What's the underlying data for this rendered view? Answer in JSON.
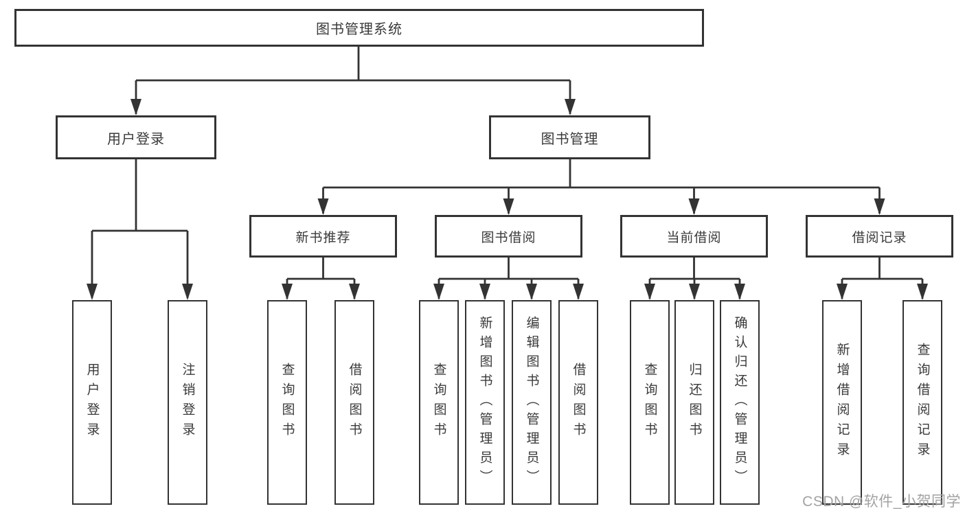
{
  "tree": {
    "root": {
      "label": "图书管理系统"
    },
    "children": [
      {
        "label": "用户登录",
        "children": [
          {
            "label": "用户登录"
          },
          {
            "label": "注销登录"
          }
        ]
      },
      {
        "label": "图书管理",
        "children": [
          {
            "label": "新书推荐",
            "children": [
              {
                "label": "查询图书"
              },
              {
                "label": "借阅图书"
              }
            ]
          },
          {
            "label": "图书借阅",
            "children": [
              {
                "label": "查询图书"
              },
              {
                "label": "新增图书（管理员）"
              },
              {
                "label": "编辑图书（管理员）"
              },
              {
                "label": "借阅图书"
              }
            ]
          },
          {
            "label": "当前借阅",
            "children": [
              {
                "label": "查询图书"
              },
              {
                "label": "归还图书"
              },
              {
                "label": "确认归还（管理员）"
              }
            ]
          },
          {
            "label": "借阅记录",
            "children": [
              {
                "label": "新增借阅记录"
              },
              {
                "label": "查询借阅记录"
              }
            ]
          }
        ]
      }
    ]
  },
  "watermark": "CSDN @软件_小贺同学",
  "colors": {
    "line_color": "#333333",
    "text_color": "#3a3a3a",
    "box_bg": "#ffffff",
    "watermark_color": "#a2a2a2"
  }
}
